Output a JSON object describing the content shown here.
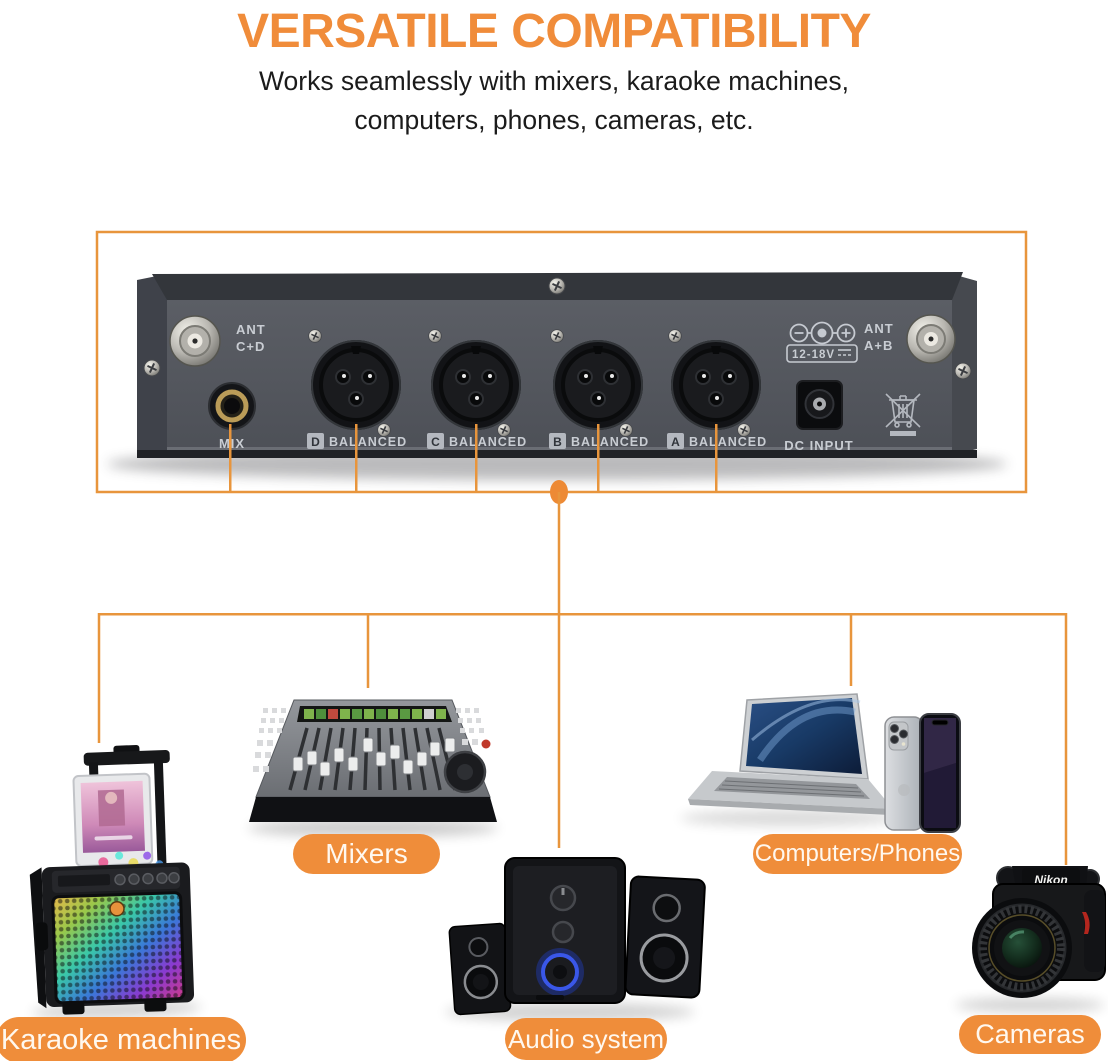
{
  "header": {
    "title": "VERSATILE COMPATIBILITY",
    "subtitle_line1": "Works seamlessly with mixers, karaoke machines,",
    "subtitle_line2": "computers, phones, cameras, etc."
  },
  "receiver_panel": {
    "ant_left_line1": "ANT",
    "ant_left_line2": "C+D",
    "mix_label": "MIX",
    "xlr_ports": [
      {
        "letter": "D",
        "label": "BALANCED"
      },
      {
        "letter": "C",
        "label": "BALANCED"
      },
      {
        "letter": "B",
        "label": "BALANCED"
      },
      {
        "letter": "A",
        "label": "BALANCED"
      }
    ],
    "power_rating": "12-18V",
    "dc_input_label": "DC INPUT",
    "ant_right_line1": "ANT",
    "ant_right_line2": "A+B"
  },
  "devices": [
    {
      "label": "Karaoke machines"
    },
    {
      "label": "Mixers"
    },
    {
      "label": "Audio system"
    },
    {
      "label": "Computers/Phones"
    },
    {
      "label": "Cameras"
    }
  ],
  "camera_brand": "Nikon",
  "icons": {
    "power_polarity": "center-positive-polarity-icon",
    "weee": "crossed-out-wheelie-bin-icon"
  },
  "colors": {
    "accent_orange": "#EF8D3A",
    "line_orange": "#E8953C",
    "panel_gray": "#54575E",
    "subwoofer_ring_blue": "#3A57E8"
  }
}
